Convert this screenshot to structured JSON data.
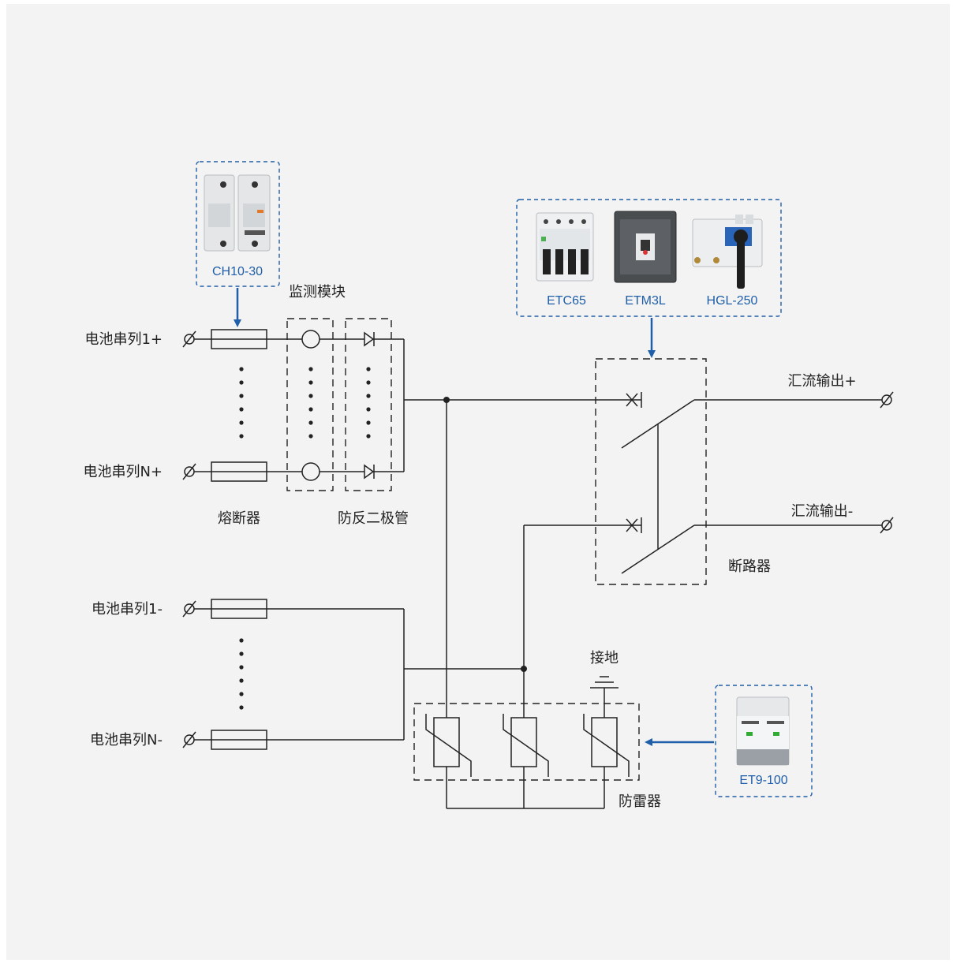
{
  "colors": {
    "background": "#f3f3f3",
    "line": "#222222",
    "accent": "#1f5ea8"
  },
  "inputs": {
    "string_1_plus": "电池串列1+",
    "string_n_plus": "电池串列N+",
    "string_1_minus": "电池串列1-",
    "string_n_minus": "电池串列N-"
  },
  "components": {
    "monitor_module": "监测模块",
    "fuse": "熔断器",
    "blocking_diode": "防反二极管",
    "circuit_breaker": "断路器",
    "surge_protector": "防雷器",
    "ground": "接地"
  },
  "outputs": {
    "plus": "汇流输出+",
    "minus": "汇流输出-"
  },
  "products": {
    "fuse_holder": {
      "model": "CH10-30",
      "icon": "fuse-holder-product"
    },
    "breakers": [
      {
        "model": "ETC65",
        "icon": "mcb-product"
      },
      {
        "model": "ETM3L",
        "icon": "mccb-product"
      },
      {
        "model": "HGL-250",
        "icon": "isolator-switch-product"
      }
    ],
    "spd": {
      "model": "ET9-100",
      "icon": "spd-product"
    }
  }
}
